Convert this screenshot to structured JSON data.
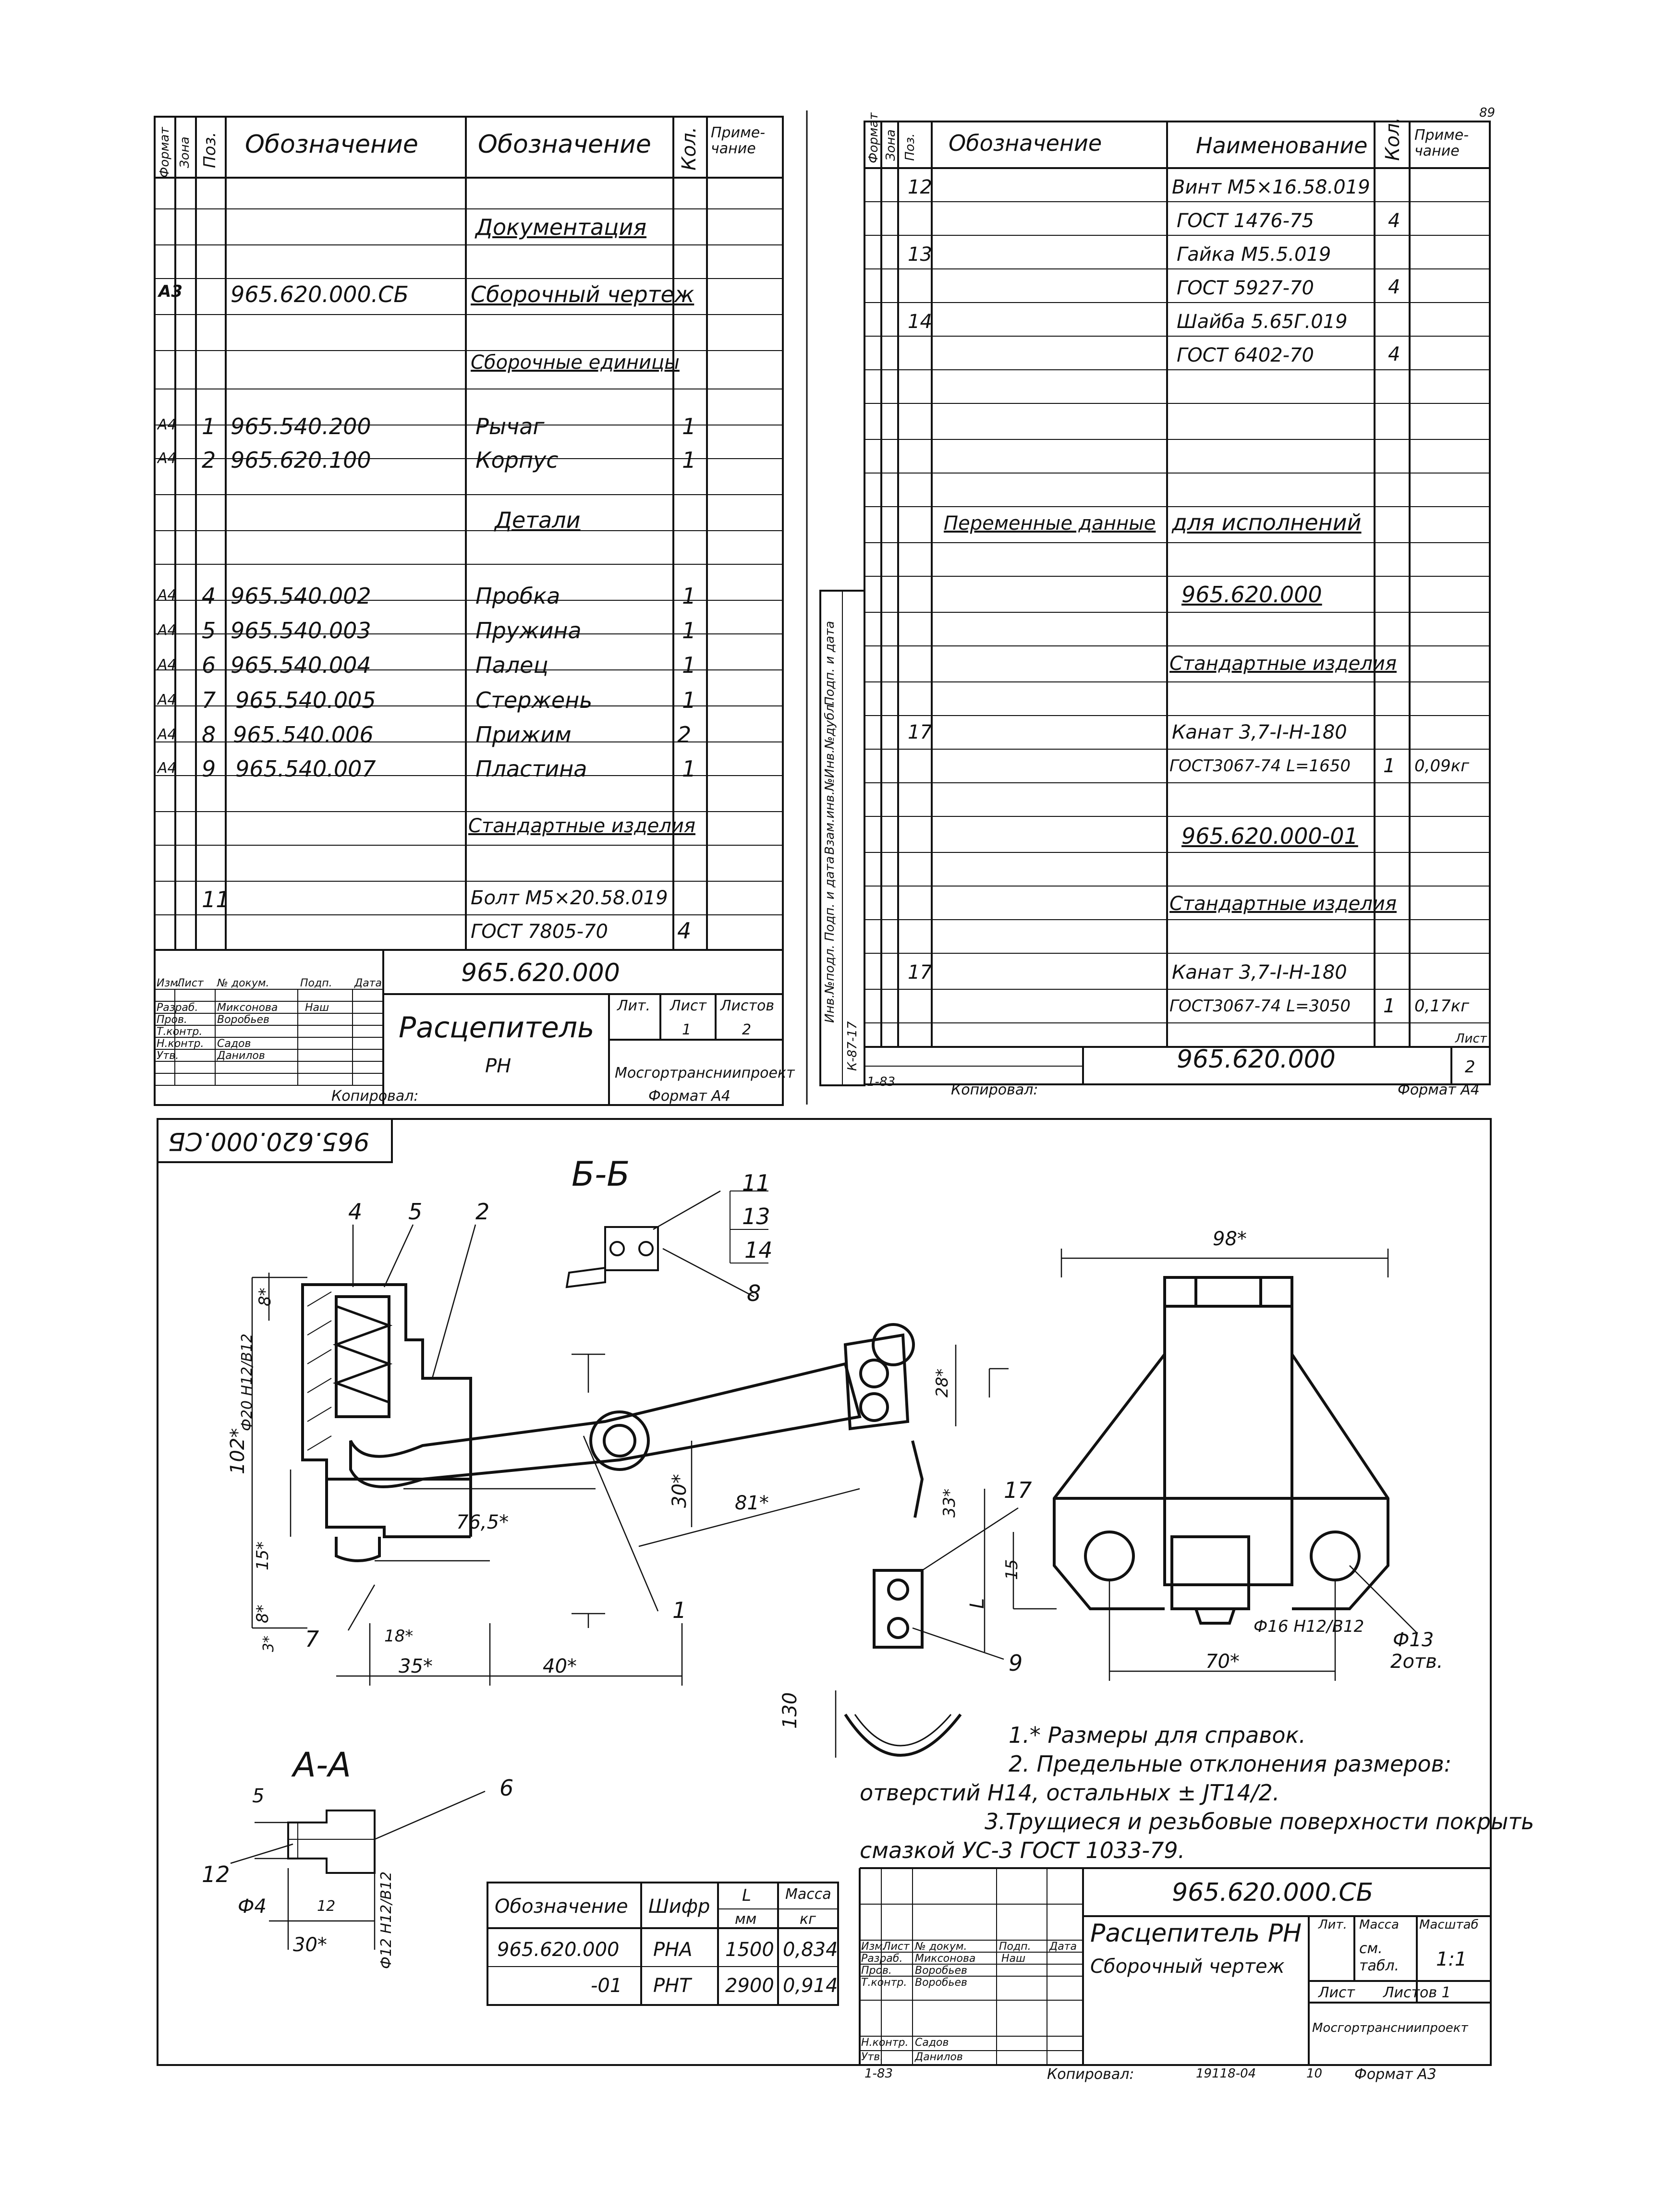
{
  "page_number": "89",
  "left_spec": {
    "headers": {
      "format": "Формат",
      "zone": "Зона",
      "pos": "Поз.",
      "designation": "Обозначение",
      "name": "Обозначение",
      "qty": "Кол.",
      "note": "Приме-чание"
    },
    "rows": [
      {
        "name": "Документация"
      },
      {
        "format": "А3",
        "designation": "965.620.000.СБ",
        "name": "Сборочный чертеж"
      },
      {
        "name": "Сборочные единицы"
      },
      {
        "format": "А4",
        "pos": "1",
        "designation": "965.540.200",
        "name": "Рычаг",
        "qty": "1"
      },
      {
        "format": "А4",
        "pos": "2",
        "designation": "965.620.100",
        "name": "Корпус",
        "qty": "1"
      },
      {
        "name": "Детали"
      },
      {
        "format": "А4",
        "pos": "4",
        "designation": "965.540.002",
        "name": "Пробка",
        "qty": "1"
      },
      {
        "format": "А4",
        "pos": "5",
        "designation": "965.540.003",
        "name": "Пружина",
        "qty": "1"
      },
      {
        "format": "А4",
        "pos": "6",
        "designation": "965.540.004",
        "name": "Палец",
        "qty": "1"
      },
      {
        "format": "А4",
        "pos": "7",
        "designation": "965.540.005",
        "name": "Стержень",
        "qty": "1"
      },
      {
        "format": "А4",
        "pos": "8",
        "designation": "965.540.006",
        "name": "Прижим",
        "qty": "2"
      },
      {
        "format": "А4",
        "pos": "9",
        "designation": "965.540.007",
        "name": "Пластина",
        "qty": "1"
      },
      {
        "name": "Стандартные изделия"
      },
      {
        "pos": "11",
        "name": "Болт М5×20.58.019"
      },
      {
        "name": "ГОСТ 7805-70",
        "qty": "4"
      }
    ],
    "title_block": {
      "code": "965.620.000",
      "title": "Расцепитель",
      "subtitle": "РН",
      "org": "Мосгортрансниипроект",
      "lit": "Лит.",
      "sheet": "Лист",
      "sheets": "Листов",
      "sheet_val": "1",
      "sheets_val": "2",
      "row_headers": [
        "Изм.",
        "Лист",
        "№ докум.",
        "Подп.",
        "Дата"
      ],
      "people": [
        {
          "role": "Разраб.",
          "name": "Миксонова",
          "sign": "Наш"
        },
        {
          "role": "Пров.",
          "name": "Воробьев",
          "sign": ""
        },
        {
          "role": "Т.контр.",
          "name": "",
          "sign": ""
        },
        {
          "role": "Н.контр.",
          "name": "Садов",
          "sign": ""
        },
        {
          "role": "Утв.",
          "name": "Данилов",
          "sign": ""
        }
      ],
      "copied": "Копировал:",
      "format": "Формат А4"
    }
  },
  "right_spec": {
    "rows": [
      {
        "pos": "12",
        "name": "Винт М5×16.58.019"
      },
      {
        "name": "ГОСТ 1476-75",
        "qty": "4"
      },
      {
        "pos": "13",
        "name": "Гайка М5.5.019"
      },
      {
        "name": "ГОСТ 5927-70",
        "qty": "4"
      },
      {
        "pos": "14",
        "name": "Шайба 5.65Г.019"
      },
      {
        "name": "ГОСТ 6402-70",
        "qty": "4"
      },
      {
        "designation": "Переменные данные",
        "name": "для исполнений"
      },
      {
        "name": "965.620.000"
      },
      {
        "name": "Стандартные изделия"
      },
      {
        "pos": "17",
        "name": "Канат 3,7-I-Н-180"
      },
      {
        "name": "ГОСТ3067-74 L=1650",
        "qty": "1",
        "note": "0,09кг"
      },
      {
        "name": "965.620.000-01"
      },
      {
        "name": "Стандартные изделия"
      },
      {
        "pos": "17",
        "name": "Канат 3,7-I-Н-180"
      },
      {
        "name": "ГОСТ3067-74 L=3050",
        "qty": "1",
        "note": "0,17кг"
      }
    ],
    "side_labels": [
      "Инв.№подл.",
      "Подп. и дата",
      "Взам.инв.№",
      "Инв.№дубл.",
      "Подп. и дата"
    ],
    "inv_number": "К-87-17",
    "title_block": {
      "code": "965.620.000",
      "sheet": "Лист",
      "sheet_val": "2",
      "date": "1-83",
      "copied": "Копировал:",
      "format": "Формат А4"
    }
  },
  "drawing": {
    "stamp_mirrored": "965.620.000.СБ",
    "section_bb": "Б-Б",
    "section_aa": "А-А",
    "labels": [
      "1",
      "2",
      "4",
      "5",
      "6",
      "7",
      "8",
      "9",
      "11",
      "12",
      "13",
      "14",
      "17"
    ],
    "dims": [
      "102*",
      "Ф20 Н12/В12",
      "8*",
      "15*",
      "8*",
      "3*",
      "18*",
      "35*",
      "40*",
      "76,5*",
      "30*",
      "81*",
      "28*",
      "33*",
      "L",
      "130",
      "98*",
      "70*",
      "Ф16 Н12/В12",
      "Ф13",
      "2отв.",
      "15",
      "5",
      "Ф4",
      "30*",
      "Ф12 Н12/В12",
      "12"
    ],
    "notes": [
      "1.* Размеры для справок.",
      "2. Предельные отклонения размеров:",
      "отверстий Н14, остальных ± JT14/2.",
      "3.Трущиеся и резьбовые поверхности покрыть",
      "смазкой УС-3 ГОСТ 1033-79."
    ],
    "variants": {
      "headers": [
        "Обозначение",
        "Шифр",
        "L",
        "мм",
        "Масса",
        "кг"
      ],
      "rows": [
        {
          "designation": "965.620.000",
          "code": "РНА",
          "L": "1500",
          "mass": "0,834"
        },
        {
          "designation": "-01",
          "code": "РНТ",
          "L": "2900",
          "mass": "0,914"
        }
      ]
    },
    "title_block": {
      "code": "965.620.000.СБ",
      "title": "Расцепитель РН",
      "subtitle": "Сборочный чертеж",
      "lit": "Лит.",
      "mass": "Масса",
      "scale": "Масштаб",
      "mass_val": "см. табл.",
      "scale_val": "1:1",
      "sheet": "Лист",
      "sheets": "Листов 1",
      "org": "Мосгортрансниипроект",
      "date": "1-83",
      "copied": "Копировал:",
      "archive": "19118-04",
      "num": "10",
      "format": "Формат А3"
    }
  }
}
